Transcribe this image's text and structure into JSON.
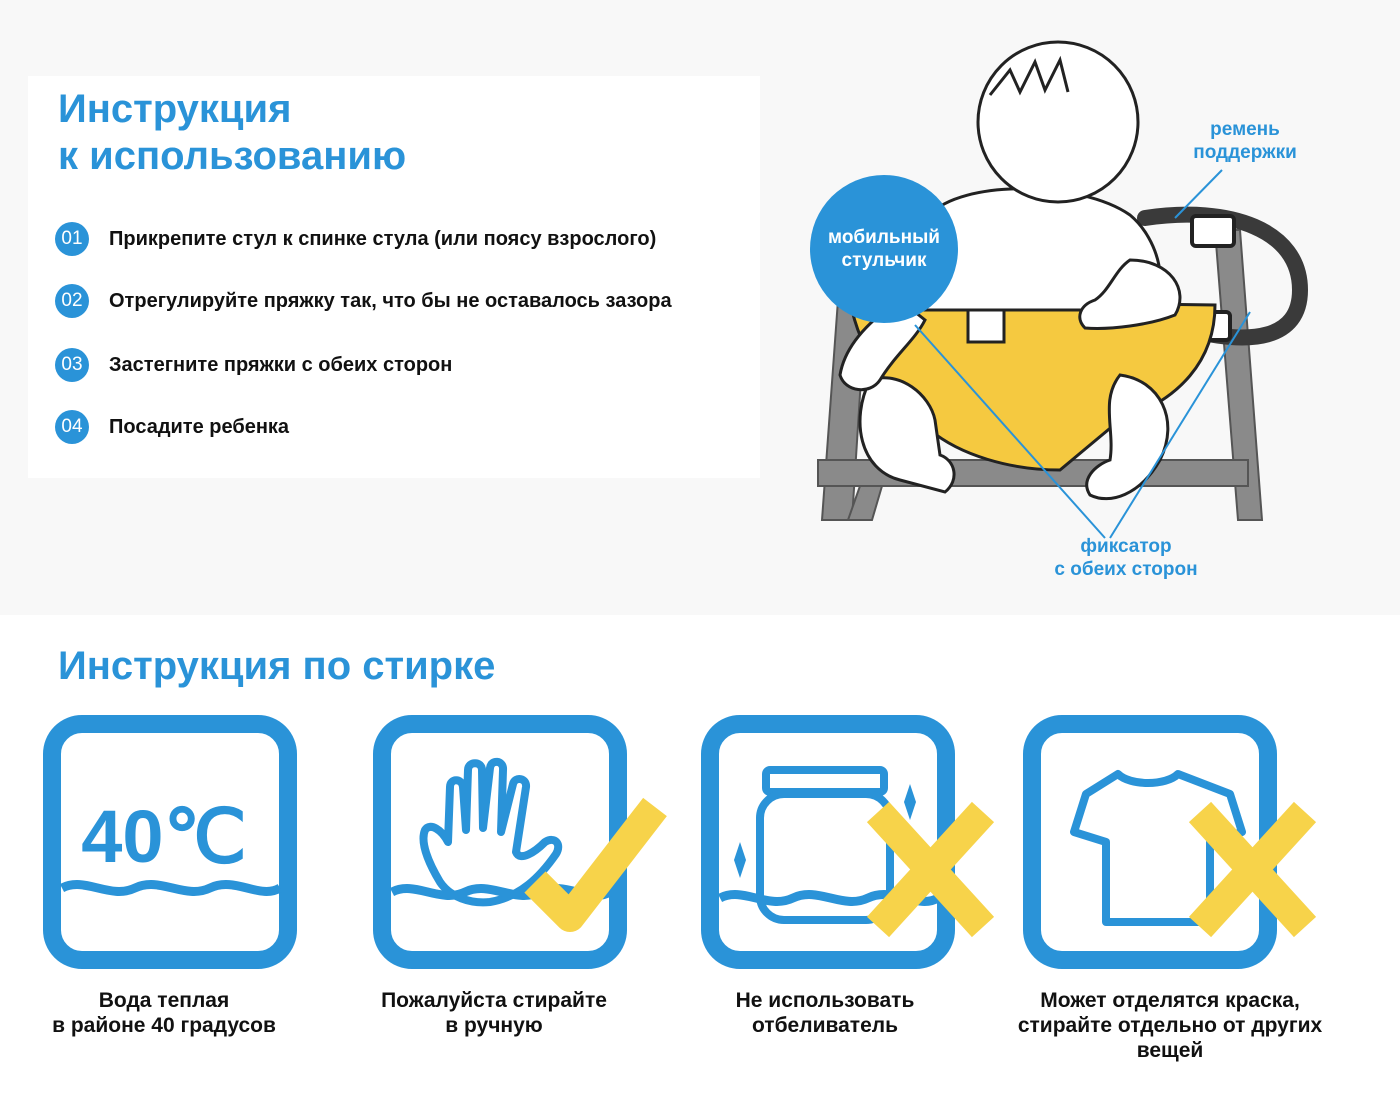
{
  "usage": {
    "title_line1": "Инструкция",
    "title_line2": "к использованию",
    "steps": [
      {
        "num": "01",
        "text": "Прикрепите стул к спинке стула (или поясу взрослого)"
      },
      {
        "num": "02",
        "text": "Отрегулируйте пряжку так, что бы не оставалось зазора"
      },
      {
        "num": "03",
        "text": "Застегните пряжки с обеих сторон"
      },
      {
        "num": "04",
        "text": "Посадите ребенка"
      }
    ]
  },
  "illustration": {
    "label_belt_line1": "ремень",
    "label_belt_line2": "поддержки",
    "label_chair_line1": "мобильный",
    "label_chair_line2": "стульчик",
    "label_lock_line1": "фиксатор",
    "label_lock_line2": "с обеих сторон"
  },
  "washing": {
    "title": "Инструкция по стирке",
    "temperature": "40℃",
    "items": [
      {
        "icon": "water-40-degrees-icon",
        "line1": "Вода теплая",
        "line2": "в районе 40 градусов",
        "line3": ""
      },
      {
        "icon": "hand-wash-icon",
        "line1": "Пожалуйста стирайте",
        "line2": "в ручную",
        "line3": ""
      },
      {
        "icon": "no-bleach-icon",
        "line1": "Не использовать",
        "line2": "отбеливатель",
        "line3": ""
      },
      {
        "icon": "wash-separately-icon",
        "line1": "Может отделятся краска,",
        "line2": "стирайте отдельно от других",
        "line3": "вещей"
      }
    ]
  },
  "colors": {
    "accent_blue": "#2a93d8",
    "mark_yellow": "#f7d34a",
    "seat_yellow": "#f5c940",
    "chair_gray": "#8a8a8a"
  }
}
